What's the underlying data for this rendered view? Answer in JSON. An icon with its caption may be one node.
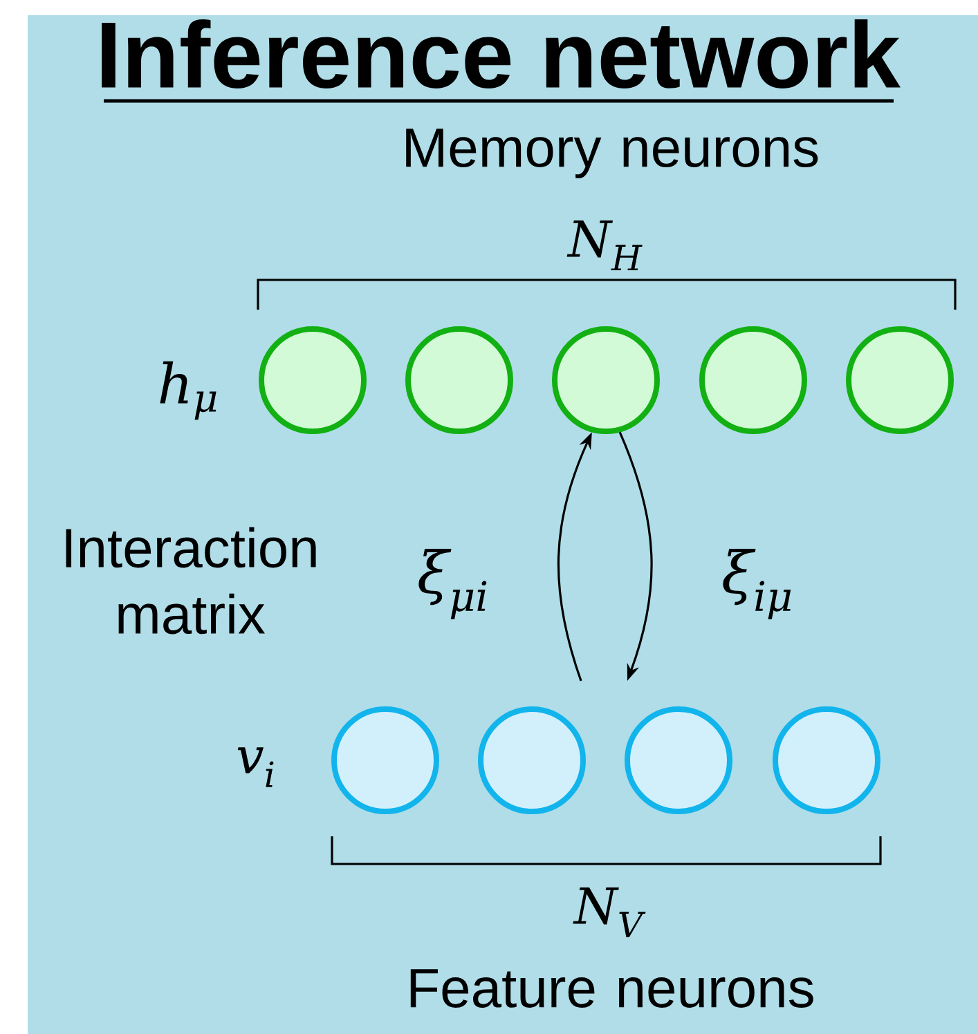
{
  "diagram": {
    "title": "Inference network",
    "nodes": [
      {
        "text": [],
        "shape": "circle"
      },
      {
        "text": [],
        "shape": "circle"
      },
      {
        "text": [],
        "shape": "circle"
      },
      {
        "text": [],
        "shape": "circle"
      },
      {
        "text": [],
        "shape": "circle"
      },
      {
        "text": [],
        "shape": "circle"
      },
      {
        "text": [],
        "shape": "circle"
      },
      {
        "text": [],
        "shape": "circle"
      },
      {
        "text": [],
        "shape": "circle"
      }
    ],
    "edges": [
      {
        "from": null,
        "to": 2,
        "arrow": "to",
        "label": "ξ$_{μi}$"
      },
      {
        "from": 2,
        "to": null,
        "arrow": "to",
        "label": "ξ$_{iμ}$"
      }
    ],
    "labels": [
      "Memory neurons",
      "N$_{H}$",
      "h$_{μ}$",
      "Interaction matrix",
      "v$_{i}$",
      "N$_{V}$",
      "Feature neurons"
    ]
  }
}
